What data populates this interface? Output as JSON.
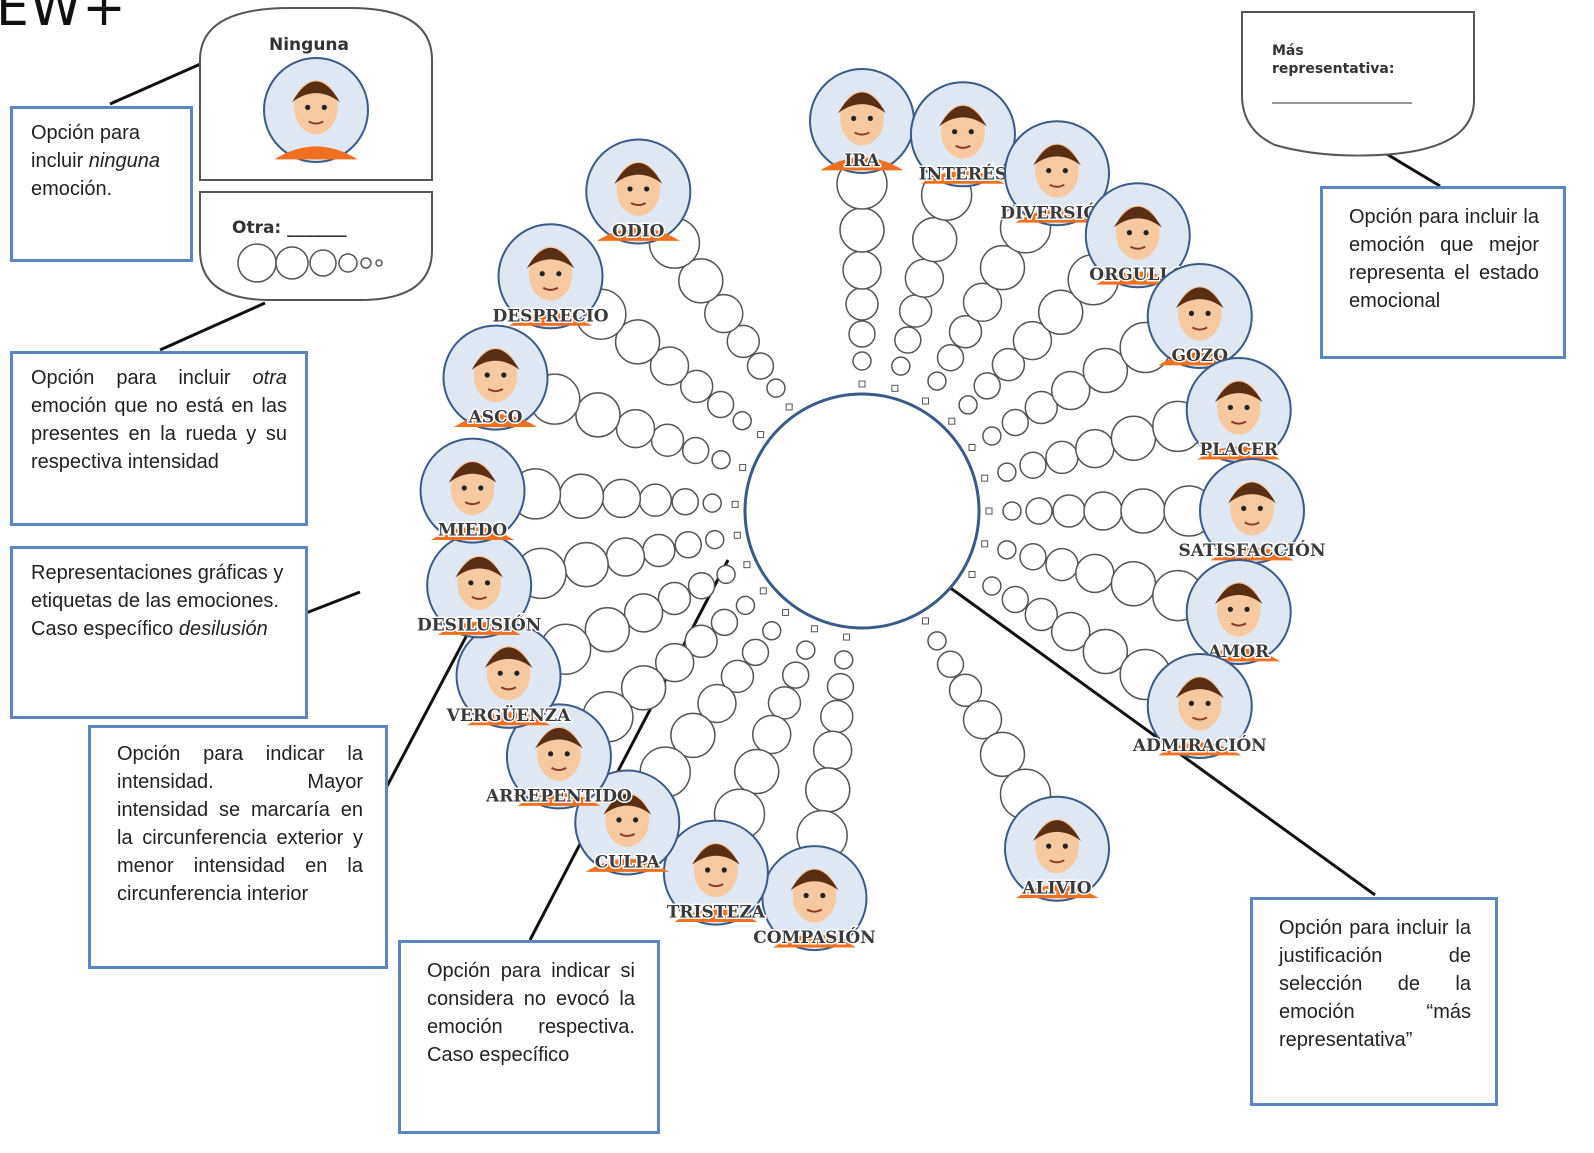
{
  "header": {
    "title": "EW+"
  },
  "panels": {
    "ninguna": "Ninguna",
    "otra": "Otra: _______",
    "mas_representativa": "Más representativa:"
  },
  "emotions": [
    {
      "label": "IRA",
      "icon": "angry-face-icon",
      "angle": -90
    },
    {
      "label": "INTERÉS",
      "icon": "interested-face-icon",
      "angle": -75
    },
    {
      "label": "DIVERSIÓN",
      "icon": "amused-face-icon",
      "angle": -60
    },
    {
      "label": "ORGULLO",
      "icon": "proud-face-icon",
      "angle": -45
    },
    {
      "label": "GOZO",
      "icon": "joyful-face-icon",
      "angle": -30
    },
    {
      "label": "PLACER",
      "icon": "pleased-face-icon",
      "angle": -15
    },
    {
      "label": "SATISFACCIÓN",
      "icon": "satisfied-face-icon",
      "angle": 0
    },
    {
      "label": "AMOR",
      "icon": "loving-face-icon",
      "angle": 15
    },
    {
      "label": "ADMIRACIÓN",
      "icon": "admiring-face-icon",
      "angle": 30
    },
    {
      "label": "ALIVIO",
      "icon": "relieved-face-icon",
      "angle": 60
    },
    {
      "label": "COMPASIÓN",
      "icon": "compassionate-face-icon",
      "angle": 97
    },
    {
      "label": "TRISTEZA",
      "icon": "sad-face-icon",
      "angle": 112
    },
    {
      "label": "CULPA",
      "icon": "guilty-face-icon",
      "angle": 127
    },
    {
      "label": "ARREPENTIDO",
      "icon": "regretful-face-icon",
      "angle": 141
    },
    {
      "label": "VERGÜENZA",
      "icon": "ashamed-face-icon",
      "angle": 155
    },
    {
      "label": "DESILUSIÓN",
      "icon": "disappointed-face-icon",
      "angle": 169
    },
    {
      "label": "MIEDO",
      "icon": "afraid-face-icon",
      "angle": 183
    },
    {
      "label": "ASCO",
      "icon": "disgusted-face-icon",
      "angle": 200
    },
    {
      "label": "DESPRECIO",
      "icon": "contemptuous-face-icon",
      "angle": 217
    },
    {
      "label": "ODIO",
      "icon": "hateful-face-icon",
      "angle": 235
    }
  ],
  "notes": {
    "ninguna": {
      "pre": "Opción para incluir ",
      "em": "ninguna",
      "post": " emoción."
    },
    "otra": {
      "pre": "Opción para incluir ",
      "em": "otra",
      "post": " emoción que no está en las presentes en la rueda y su respectiva intensidad"
    },
    "desilusion": {
      "pre": "Representaciones gráficas y etiquetas de las emociones. Caso específico ",
      "em": "desilusión",
      "post": ""
    },
    "intensidad": {
      "pre": "Opción para indicar la intensidad. Mayor intensidad se marcaría en la circunferencia exterior y menor intensidad en la circunferencia interior",
      "em": "",
      "post": ""
    },
    "no_evoco": {
      "pre": "Opción para indicar si considera no evocó la emoción respectiva. Caso específico",
      "em": "",
      "post": ""
    },
    "mejor": {
      "pre": "Opción para incluir la emoción que mejor representa el estado emocional",
      "em": "",
      "post": ""
    },
    "justificacion": {
      "pre": "Opción para incluir la justificación de selección de la emoción “más representativa”",
      "em": "",
      "post": ""
    }
  },
  "colors": {
    "box_border": "#5b86c2",
    "shirt": "#f07020",
    "skin": "#f7c9a0",
    "hair": "#5a2e12",
    "ring": "#3c5a86",
    "circle_stroke": "#555555"
  }
}
